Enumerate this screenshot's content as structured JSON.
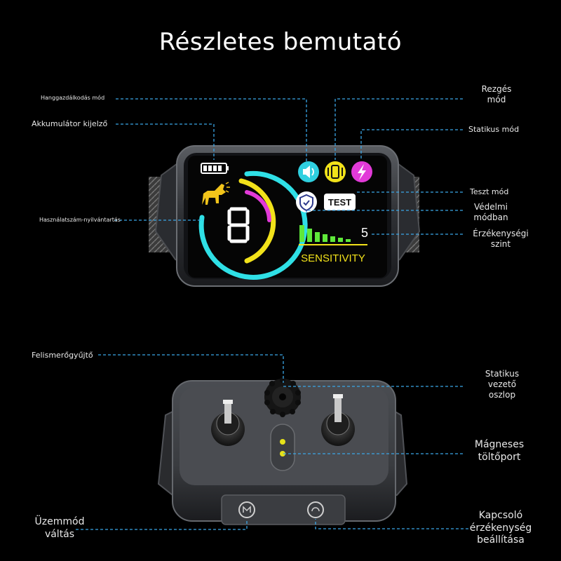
{
  "title": "Részletes bemutató",
  "labels": {
    "voice_mode": "Hanggazdálkodás mód",
    "battery_display": "Akkumulátor kijelző",
    "usage_record": "Használatszám-nyilvántartás",
    "vibration_mode_1": "Rezgés",
    "vibration_mode_2": "mód",
    "static_mode": "Statikus mód",
    "test_mode": "Teszt mód",
    "protection_mode_1": "Védelmi",
    "protection_mode_2": "módban",
    "sensitivity_level_1": "Érzékenységi",
    "sensitivity_level_2": "szint",
    "detector": "Felismerőgyűjtő",
    "static_post_1": "Statikus",
    "static_post_2": "vezető",
    "static_post_3": "oszlop",
    "magnetic_port_1": "Mágneses",
    "magnetic_port_2": "töltőport",
    "mode_switch_1": "Üzemmód",
    "mode_switch_2": "váltás",
    "sensitivity_adjust_1": "Kapcsoló",
    "sensitivity_adjust_2": "érzékenység",
    "sensitivity_adjust_3": "beállítása"
  },
  "screen": {
    "test_label": "TEST",
    "sensitivity_label": "SENSITIVITY",
    "sensitivity_value": "5",
    "counter_digit": "8"
  },
  "colors": {
    "leader_line": "#3aa6e6",
    "sound_icon": "#2fd0e0",
    "vibration_icon": "#f2e21a",
    "static_icon": "#e23ad8",
    "sensitivity_bars": "#5fe83a",
    "sensitivity_text": "#f2e21a",
    "arc_cyan": "#2fe0e6",
    "arc_yellow": "#f2e21a",
    "arc_magenta": "#e23ad8"
  },
  "icons": [
    "speaker-icon",
    "vibration-icon",
    "lightning-icon",
    "shield-icon",
    "dog-icon",
    "battery-icon"
  ]
}
